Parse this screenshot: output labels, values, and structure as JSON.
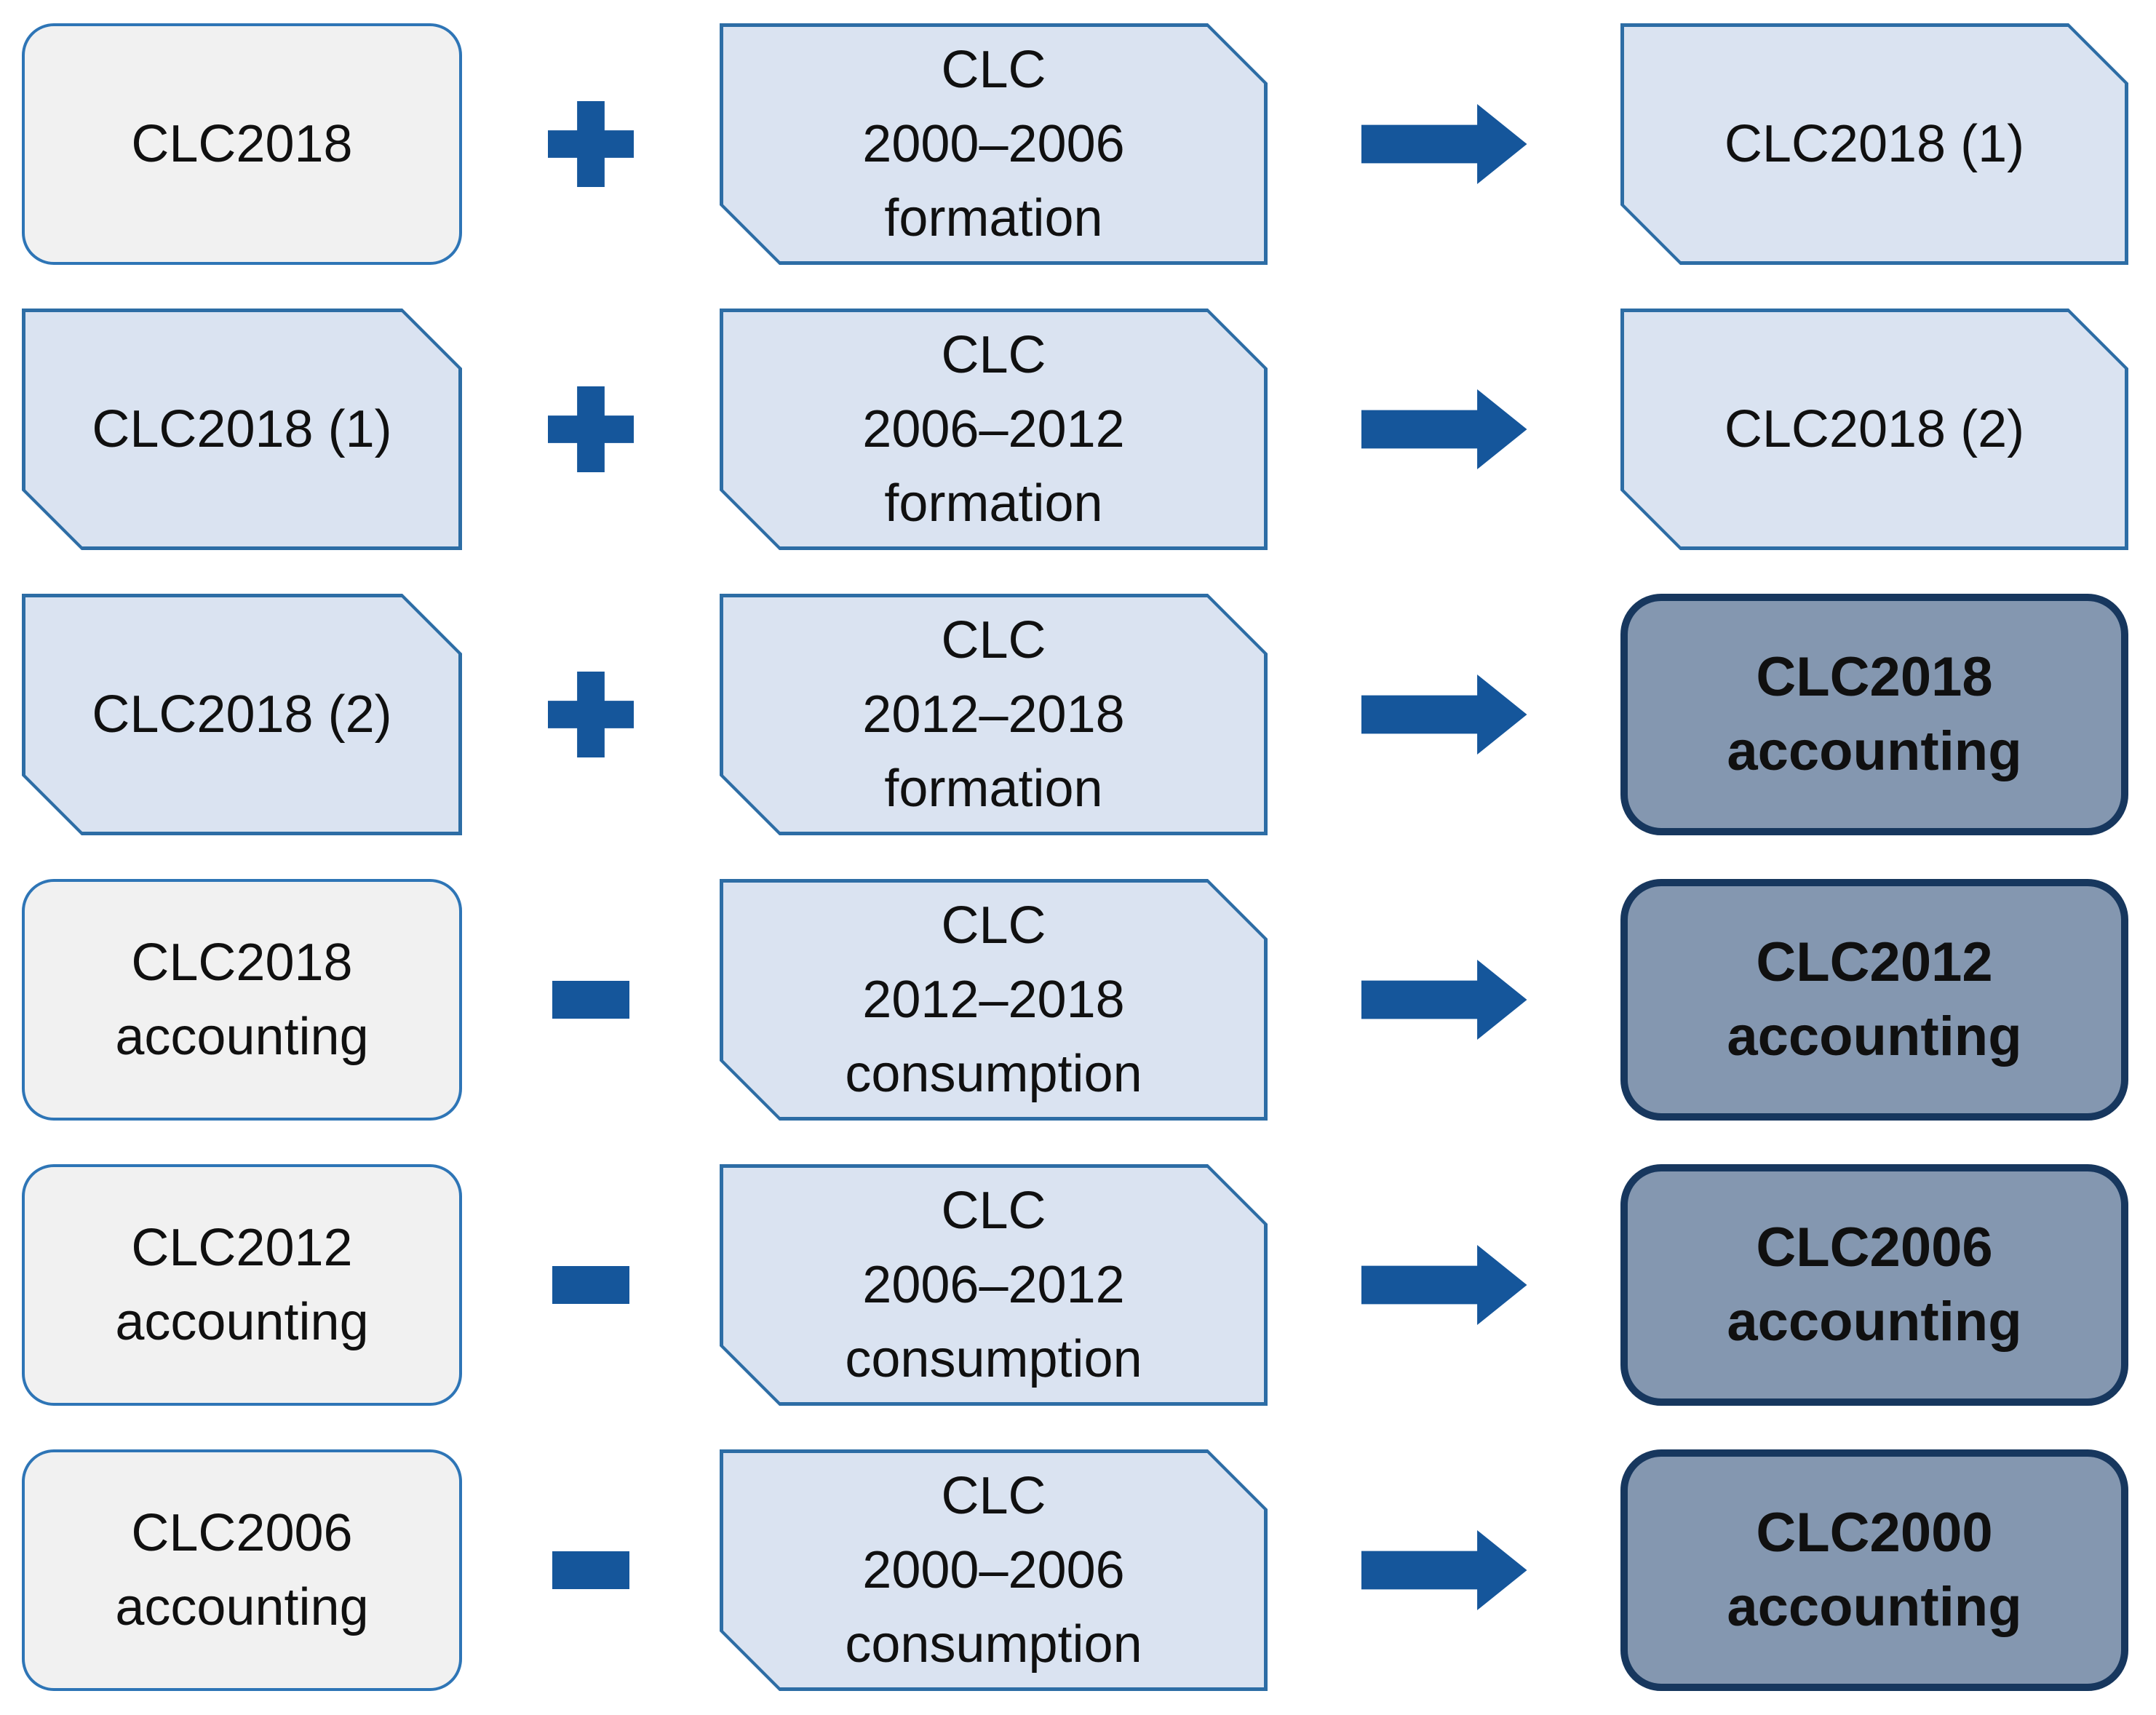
{
  "diagram": {
    "description": "CLC accounting layers derivation flowchart",
    "colors": {
      "accent_blue": "#15569b",
      "box_border_blue": "#2e75b6",
      "snip_border_blue": "#2d6da5",
      "light_blue_fill": "#dae3f1",
      "gray_fill": "#f1f1f1",
      "dark_fill": "#8497b0",
      "dark_border": "#17375e",
      "text": "#101010"
    },
    "operators": [
      "plus",
      "plus",
      "plus",
      "minus",
      "minus",
      "minus"
    ],
    "connector": "right-arrow"
  },
  "rows": [
    {
      "left": {
        "lines": [
          "CLC2018"
        ]
      },
      "operator": "plus",
      "middle": {
        "lines": [
          "CLC",
          "2000–2006",
          "formation"
        ]
      },
      "right": {
        "lines": [
          "CLC2018 (1)"
        ]
      }
    },
    {
      "left": {
        "lines": [
          "CLC2018 (1)"
        ]
      },
      "operator": "plus",
      "middle": {
        "lines": [
          "CLC",
          "2006–2012",
          "formation"
        ]
      },
      "right": {
        "lines": [
          "CLC2018 (2)"
        ]
      }
    },
    {
      "left": {
        "lines": [
          "CLC2018 (2)"
        ]
      },
      "operator": "plus",
      "middle": {
        "lines": [
          "CLC",
          "2012–2018",
          "formation"
        ]
      },
      "right": {
        "lines": [
          "CLC2018",
          "accounting"
        ]
      }
    },
    {
      "left": {
        "lines": [
          "CLC2018",
          "accounting"
        ]
      },
      "operator": "minus",
      "middle": {
        "lines": [
          "CLC",
          "2012–2018",
          "consumption"
        ]
      },
      "right": {
        "lines": [
          "CLC2012",
          "accounting"
        ]
      }
    },
    {
      "left": {
        "lines": [
          "CLC2012",
          "accounting"
        ]
      },
      "operator": "minus",
      "middle": {
        "lines": [
          "CLC",
          "2006–2012",
          "consumption"
        ]
      },
      "right": {
        "lines": [
          "CLC2006",
          "accounting"
        ]
      }
    },
    {
      "left": {
        "lines": [
          "CLC2006",
          "accounting"
        ]
      },
      "operator": "minus",
      "middle": {
        "lines": [
          "CLC",
          "2000–2006",
          "consumption"
        ]
      },
      "right": {
        "lines": [
          "CLC2000",
          "accounting"
        ]
      }
    }
  ]
}
